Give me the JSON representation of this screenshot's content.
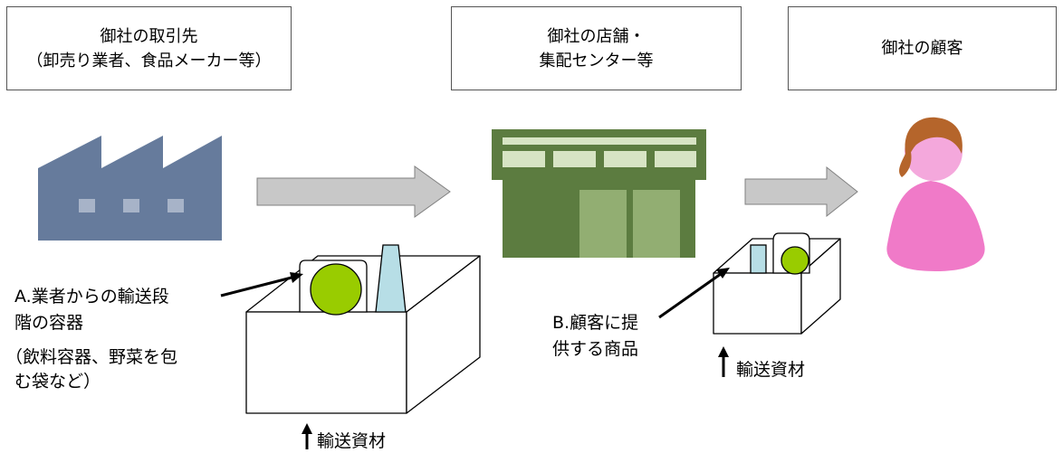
{
  "headers": {
    "supplier": {
      "line1": "御社の取引先",
      "line2": "（卸売り業者、食品メーカー等）"
    },
    "store": {
      "line1": "御社の店舗・",
      "line2": "集配センター等"
    },
    "customer": {
      "line1": "御社の顧客"
    }
  },
  "annotations": {
    "a": {
      "line1": "A.業者からの輸送段",
      "line2": "階の容器",
      "line3": "（飲料容器、野菜を包",
      "line4": "む袋など）"
    },
    "b": {
      "line1": "B.顧客に提",
      "line2": "供する商品"
    },
    "transport_left": "輸送資材",
    "transport_right": "輸送資材"
  },
  "colors": {
    "factory": "#667b9c",
    "factory_window": "#a7b3c8",
    "store_dark": "#5c7c40",
    "store_light": "#d7e4c4",
    "store_door": "#92ae72",
    "flow_arrow_fill": "#c8c8c8",
    "fruit": "#99cc00",
    "bottle": "#b7dee6",
    "customer": "#f07ac8"
  }
}
